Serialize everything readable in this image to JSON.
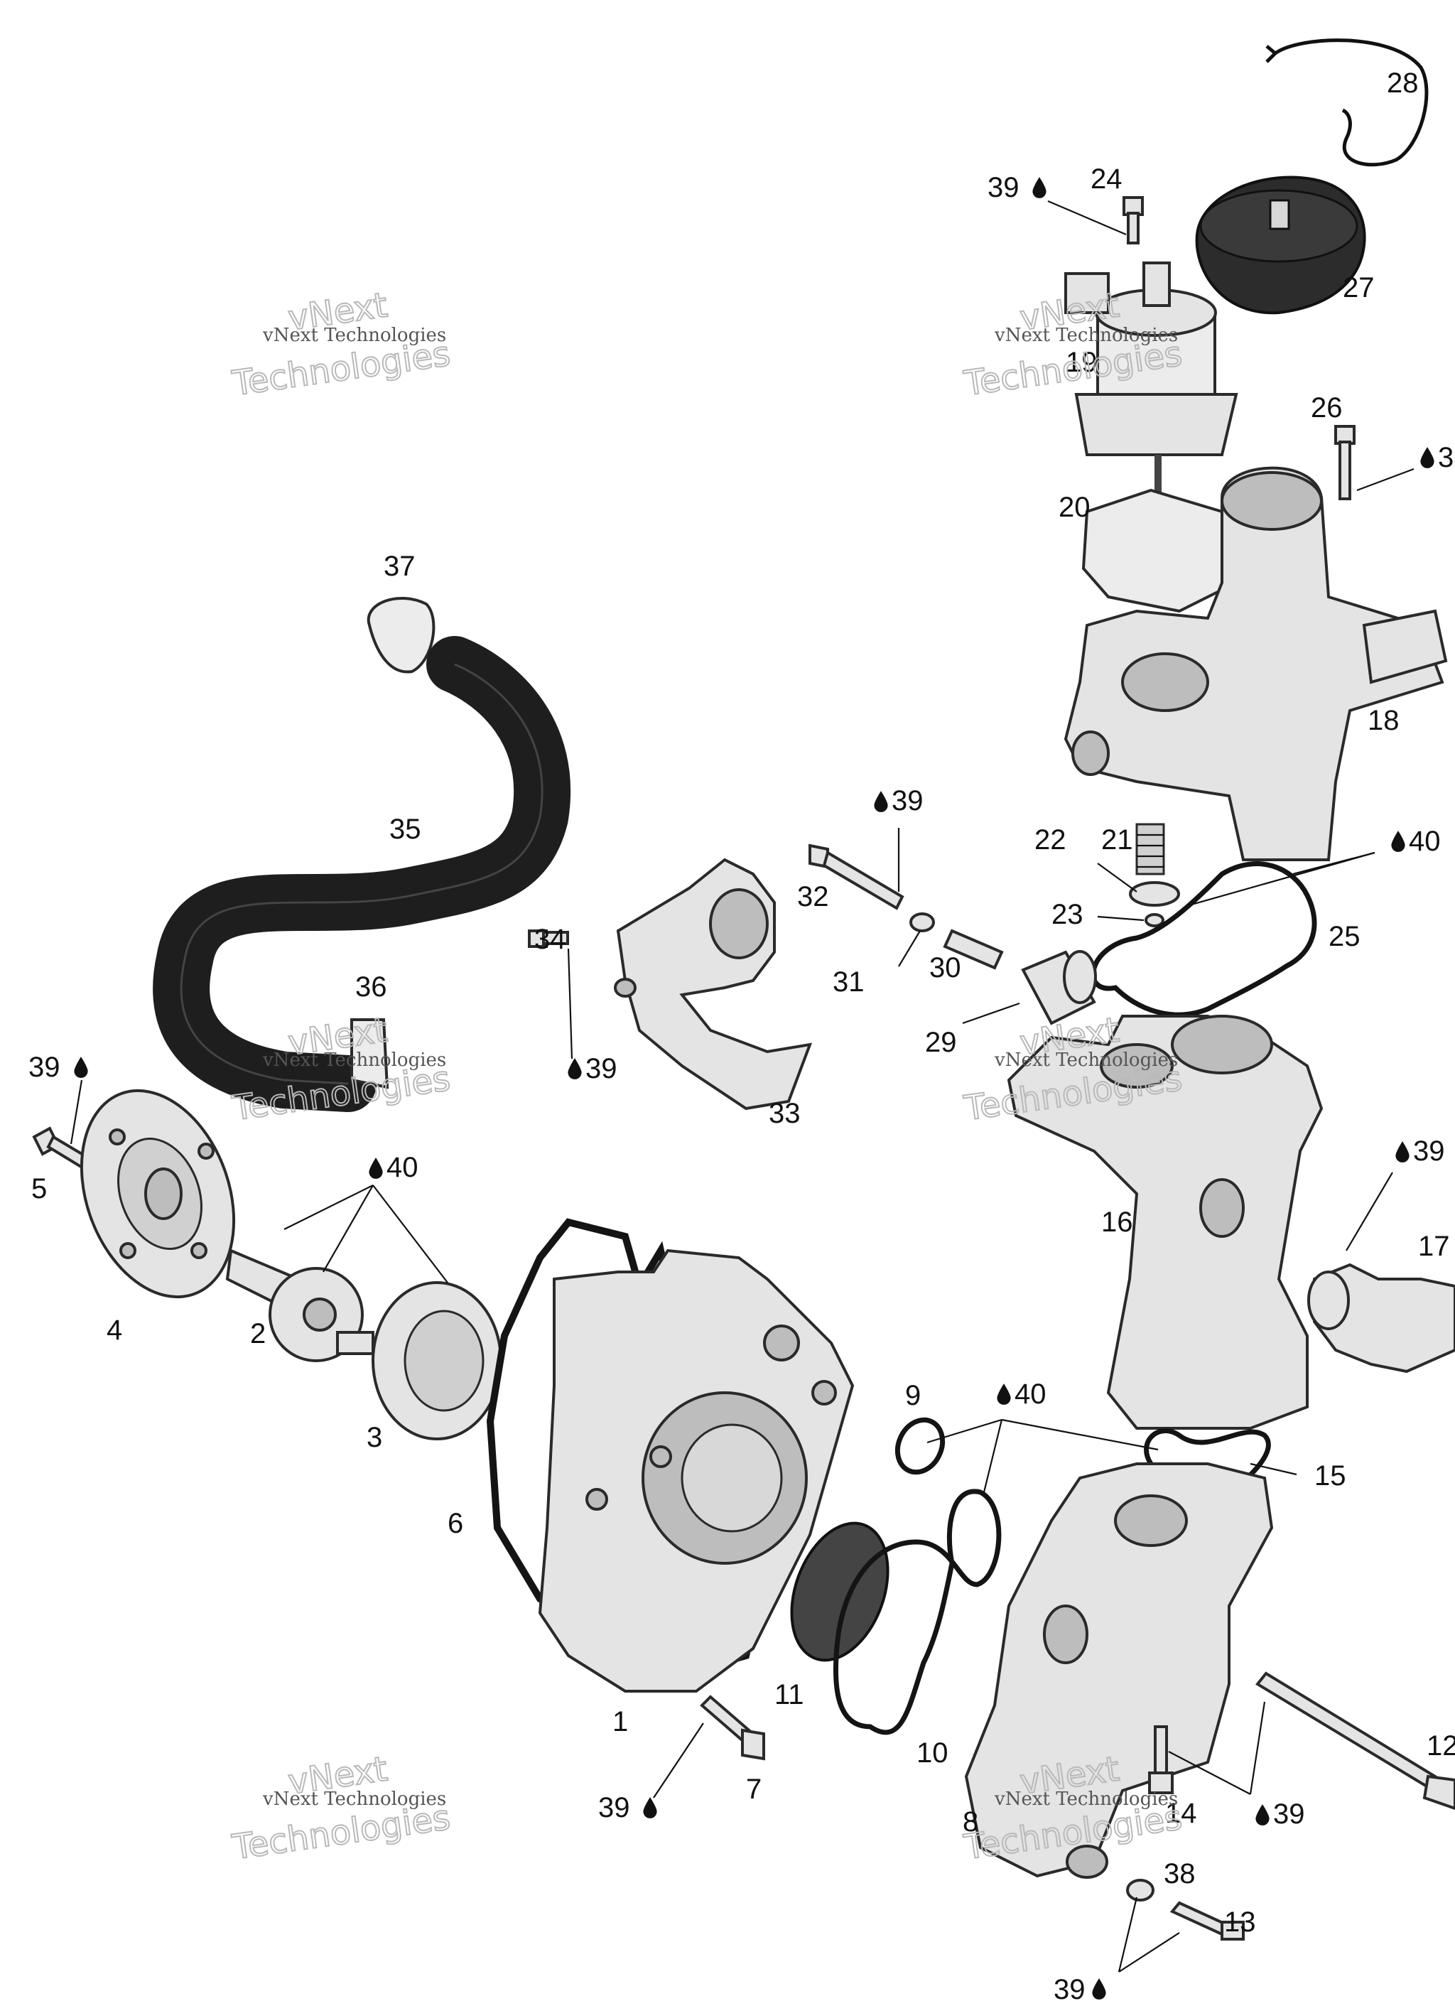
{
  "diagram": {
    "callouts": {
      "c1": "1",
      "c2": "2",
      "c3": "3",
      "c4": "4",
      "c5": "5",
      "c6": "6",
      "c7": "7",
      "c8": "8",
      "c9": "9",
      "c10": "10",
      "c11": "11",
      "c12": "12",
      "c13": "13",
      "c14": "14",
      "c15": "15",
      "c16": "16",
      "c17": "17",
      "c18": "18",
      "c19": "19",
      "c20": "20",
      "c21": "21",
      "c22": "22",
      "c23": "23",
      "c24": "24",
      "c25": "25",
      "c26": "26",
      "c27": "27",
      "c28": "28",
      "c29": "29",
      "c30": "30",
      "c31": "31",
      "c32": "32",
      "c33": "33",
      "c34": "34",
      "c35": "35",
      "c36": "36",
      "c37": "37",
      "c38": "38"
    },
    "materials": {
      "m39": "39",
      "m40": "40",
      "m39_clipped": "3"
    },
    "icons": {
      "material": "drop-icon"
    },
    "watermark": {
      "line1": "vNext Technologies",
      "line2a": "vNext",
      "line2b": "Technologies"
    }
  }
}
